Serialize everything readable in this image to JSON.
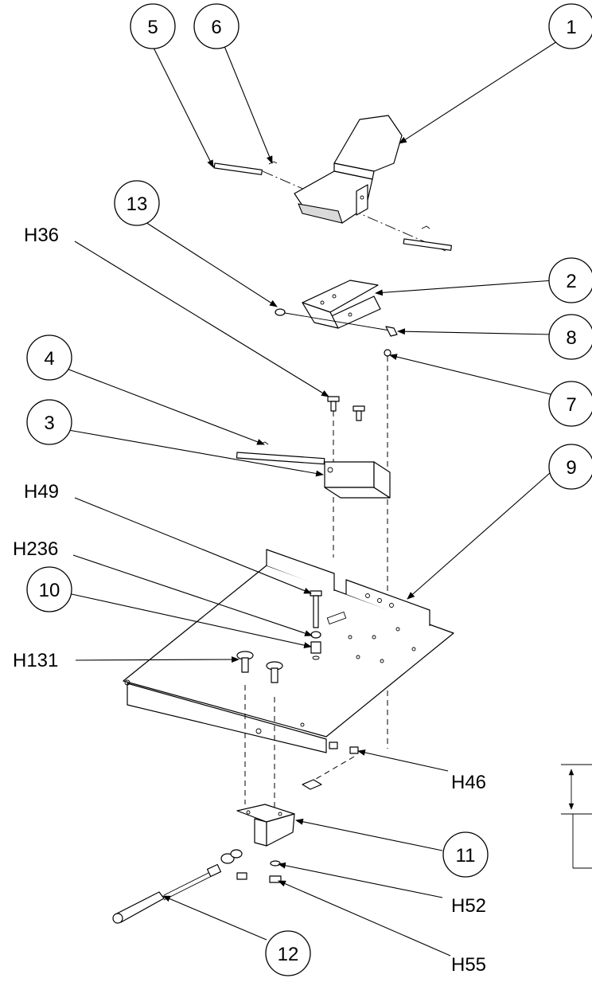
{
  "balloons": [
    {
      "id": "b1",
      "label": "1"
    },
    {
      "id": "b2",
      "label": "2"
    },
    {
      "id": "b3",
      "label": "3"
    },
    {
      "id": "b4",
      "label": "4"
    },
    {
      "id": "b5",
      "label": "5"
    },
    {
      "id": "b6",
      "label": "6"
    },
    {
      "id": "b7",
      "label": "7"
    },
    {
      "id": "b8",
      "label": "8"
    },
    {
      "id": "b9",
      "label": "9"
    },
    {
      "id": "b10",
      "label": "10"
    },
    {
      "id": "b11",
      "label": "11"
    },
    {
      "id": "b12",
      "label": "12"
    },
    {
      "id": "b13",
      "label": "13"
    }
  ],
  "hardware_labels": {
    "H36": "H36",
    "H49": "H49",
    "H236": "H236",
    "H131": "H131",
    "H46": "H46",
    "H52": "H52",
    "H55": "H55"
  }
}
